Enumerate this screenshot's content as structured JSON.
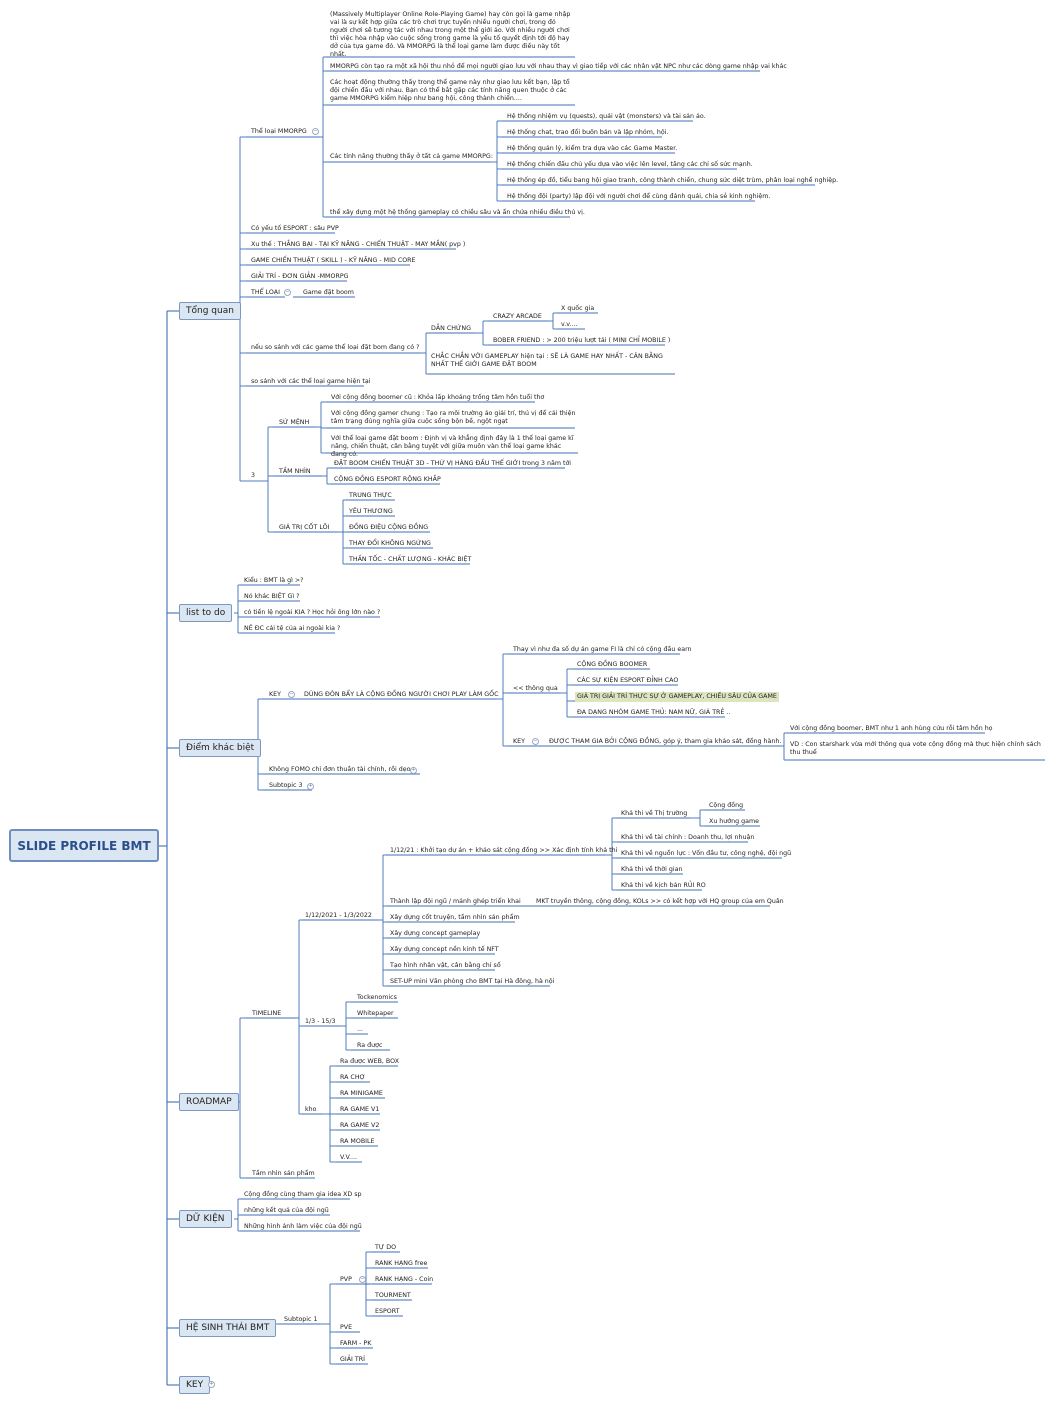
{
  "root": "SLIDE PROFILE BMT",
  "colors": {
    "line": "#3f6fb5",
    "topic_bg": "#dbe6f3",
    "highlight": "#dce5c0"
  },
  "tongquan": {
    "label": "Tổng quan",
    "mmorpg": "Thể loại MMORPG",
    "mmorpg_intro": "(Massively Multiplayer Online Role-Playing Game) hay còn gọi là game nhập vai là sự kết hợp giữa các trò chơi trực tuyến nhiều người chơi, trong đó người chơi sẽ tương tác với nhau trong một thế giới ảo. Với nhiều người chơi thì việc hòa nhập vào cuộc sống trong game là yếu tố quyết định tới độ hay dở của tựa game đó. Và MMORPG là thể loại game làm được điều này tốt nhất.",
    "mmorpg_society": "MMORPG còn tạo ra một xã hội thu nhỏ để mọi người giao lưu với nhau thay vì giao tiếp với các nhân vật NPC như các dòng game nhập vai khác",
    "mmorpg_activities": "Các hoạt động thường thấy trong thể game này như giao lưu kết bạn, lập tổ đội chiến đấu với nhau. Bạn có thể bắt gặp các tính năng quen thuộc ở các game MMORPG kiếm hiệp như bang hội, công thành chiến....",
    "features_label": "Các tính năng thường thấy ở tất cả game MMORPG:",
    "features": [
      "Hệ thống nhiệm vụ (quests), quái vật (monsters) và tài sản ảo.",
      "Hệ thống chat, trao đổi buôn bán và lập nhóm, hội.",
      "Hệ thống quản lý, kiểm tra dựa vào các Game Master.",
      "Hệ thống chiến đấu chủ yếu dựa vào việc lên level, tăng các chỉ số sức mạnh.",
      "Hệ thống ép đồ, tiểu bang hội giao tranh, công thành chiến, chung sức diệt trùm, phân loại nghề nghiệp.",
      "Hệ thống đội (party) lập đội với người chơi để cùng đánh quái, chia sẻ kinh nghiệm."
    ],
    "gameplay": "thể xây dựng một hệ thống gameplay có chiều sâu và ẩn chứa nhiều điều thú vị.",
    "esport": "Có yếu tố ESPORT : sâu PVP",
    "xuthe": "Xu thế : THẮNG BẠI - TẠI KỸ NĂNG - CHIẾN THUẬT - MAY MẮN( pvp )",
    "chienthuat": "GAME CHIẾN THUẬT ( SKILL ) - KỸ NĂNG - MID CORE",
    "giaitri": "GIẢI TRÍ - ĐƠN GIẢN -MMORPG",
    "theloai": "THỂ LOẠI",
    "datboom": "Game đặt boom",
    "sosanh_q": "nếu so sánh với các game thể loại đặt bom đang có ?",
    "danchung": "DẪN CHỨNG",
    "crazy": "CRAZY ARCADE",
    "xquocgia": "X quốc gia",
    "vv1": "v.v....",
    "bober": "BOBER FRIEND : > 200 triệu lượt tải ( MINI CHỈ MOBILE )",
    "chacchan": "CHẮC CHẮN VỚI GAMEPLAY hiện tại : SẼ LÀ GAME HAY NHẤT - CÂN BẰNG NHẤT THẾ GIỚI GAME ĐẶT BOOM",
    "sosanh": "so sánh với các thể loại game hiện tại",
    "three": "3",
    "sumenh": "SỨ MỆNH",
    "sm1": "Với cộng đồng boomer cũ : Khỏa lấp khoảng trống tâm hồn tuổi thơ",
    "sm2": "Với cộng đồng gamer chung : Tạo ra môi trường ảo giải trí, thú vị để cải thiện tâm trạng đúng nghĩa giữa cuộc sống bộn bề, ngột ngạt",
    "sm3": "Với thể loại game đặt boom : Định vị và khẳng định đây là 1 thể loại game kĩ năng, chiến thuật, cân bằng tuyệt với giữa muôn vàn thể loại game khác đang có.",
    "tamnhin": "TẦM NHÌN",
    "tn1": "ĐẶT BOOM CHIẾN THUẬT 3D - THỨ VỊ HÀNG ĐẦU THẾ GIỚI trong 3 năm tới",
    "tn2": "CỘNG ĐỒNG ESPORT RỘNG KHẮP",
    "giatri": "GIÁ TRỊ CỐT LÕI",
    "gt": [
      "TRUNG THỰC",
      "YÊU THƯƠNG",
      "ĐỒNG ĐIỆU CỘNG ĐỒNG",
      "THAY ĐỔI KHÔNG NGỪNG",
      "THẦN TỐC - CHẤT LƯỢNG - KHÁC BIỆT"
    ]
  },
  "listtodo": {
    "label": "list to do",
    "items": [
      "Kiểu : BMT là gì >?",
      "Nó khác BIỆT Gì ?",
      "có tiền lệ ngoài KIA ? Học hỏi ông lớn nào ?",
      "NÊ ĐC cái tệ của ai ngoài kia ?"
    ]
  },
  "diemkhac": {
    "label": "Điểm khác biệt",
    "key": "KEY",
    "dungdon": "DÙNG ĐÒN BẨY LÀ CỘNG ĐỒNG NGƯỜI CHƠI PLAY LÀM GỐC",
    "thayvi": "Thay vì như đa số dự án game FI là chỉ có cộng đầu earn",
    "thongqua": "<< thông qua",
    "tq": [
      "CỘNG ĐỒNG BOOMER",
      "CÁC SỰ KIỆN ESPORT ĐỈNH CAO",
      "GIÁ TRỊ GIẢI TRÍ THỰC SỰ Ở GAMEPLAY, CHIỀU SÂU CỦA GAME",
      "ĐA DẠNG NHÓM GAME THỦ: NAM NỮ, GIÀ TRẺ .."
    ],
    "key2": "KEY",
    "duocthamgia": "ĐƯỢC THAM GIA BỞI CỘNG ĐỒNG, góp ý, tham gia khảo sát, đồng hành.",
    "voicongdong": "Với cộng đồng boomer, BMT như 1 anh hùng cứu rỗi tâm hồn họ",
    "vd": "VD : Con starshark vừa mới thông qua vote cộng đồng mà thực hiện chính sách thu thuế",
    "fomo": "Không FOMO chỉ đơn thuần tài chính, rồi dẹo",
    "subtopic3": "Subtopic 3"
  },
  "roadmap": {
    "label": "ROADMAP",
    "timeline": "TIMELINE",
    "p1": "1/12/2021 - 1/3/2022",
    "khoitao": "1/12/21 : Khởi tạo dự án + khảo sát cộng đồng >> Xác định tính khả thi",
    "khathi": [
      "Khả thi về Thị trường",
      "Khả thi về tài chính : Doanh thu, lợi nhuận",
      "Khả thi về nguồn lực : Vốn đầu tư, công nghệ, đội ngũ",
      "Khả thi về thời gian",
      "Khả thi về kịch bản RỦI RO"
    ],
    "congdong": "Cộng đồng",
    "xuhuong": "Xu hướng game",
    "thanhlap": "Thành lập đội ngũ / mảnh ghép triển khai",
    "mkt": "MKT truyền thông, cộng đồng, KOLs >> có kết hợp với HQ group của em Quân",
    "tasks": [
      "Xây dựng cốt truyện, tầm nhìn sản phẩm",
      "Xây dựng concept gameplay",
      "Xây dựng concept nền kinh tế NFT",
      "Tạo hình nhân vật, cân bằng chỉ số",
      "SET-UP mini Văn phòng cho BMT tại Hà đông, hà nội"
    ],
    "p2": "1/3 - 15/3",
    "p2items": [
      "Tockenomics",
      "Whitepaper",
      "...",
      "Ra được"
    ],
    "kho": "kho",
    "khoitems": [
      "Ra được WEB, BOX",
      "RA CHỢ",
      "RA MINIGAME",
      "RA GAME V1",
      "RA GAME V2",
      "RA MOBILE",
      "V.V...."
    ],
    "tamnhinsp": "Tầm nhìn sản phẩm"
  },
  "dukien": {
    "label": "DỮ KIỆN",
    "items": [
      "Cộng đồng cùng tham gia idea XD sp",
      "những kết quả  của đội ngũ",
      "Những hình ảnh làm việc của đội ngũ"
    ]
  },
  "hesinhthai": {
    "label": "HỆ SINH THÁI BMT",
    "subtopic1": "Subtopic 1",
    "pvp": "PVP",
    "pvpitems": [
      "TỰ DO",
      "RANK HẠNG free",
      "RANK HẠNG - Coin",
      "TOURMENT",
      "ESPORT"
    ],
    "pve": "PVE",
    "farm": "FARM - PK",
    "giaitri": "GIẢI TRÍ"
  },
  "key": {
    "label": "KEY"
  }
}
